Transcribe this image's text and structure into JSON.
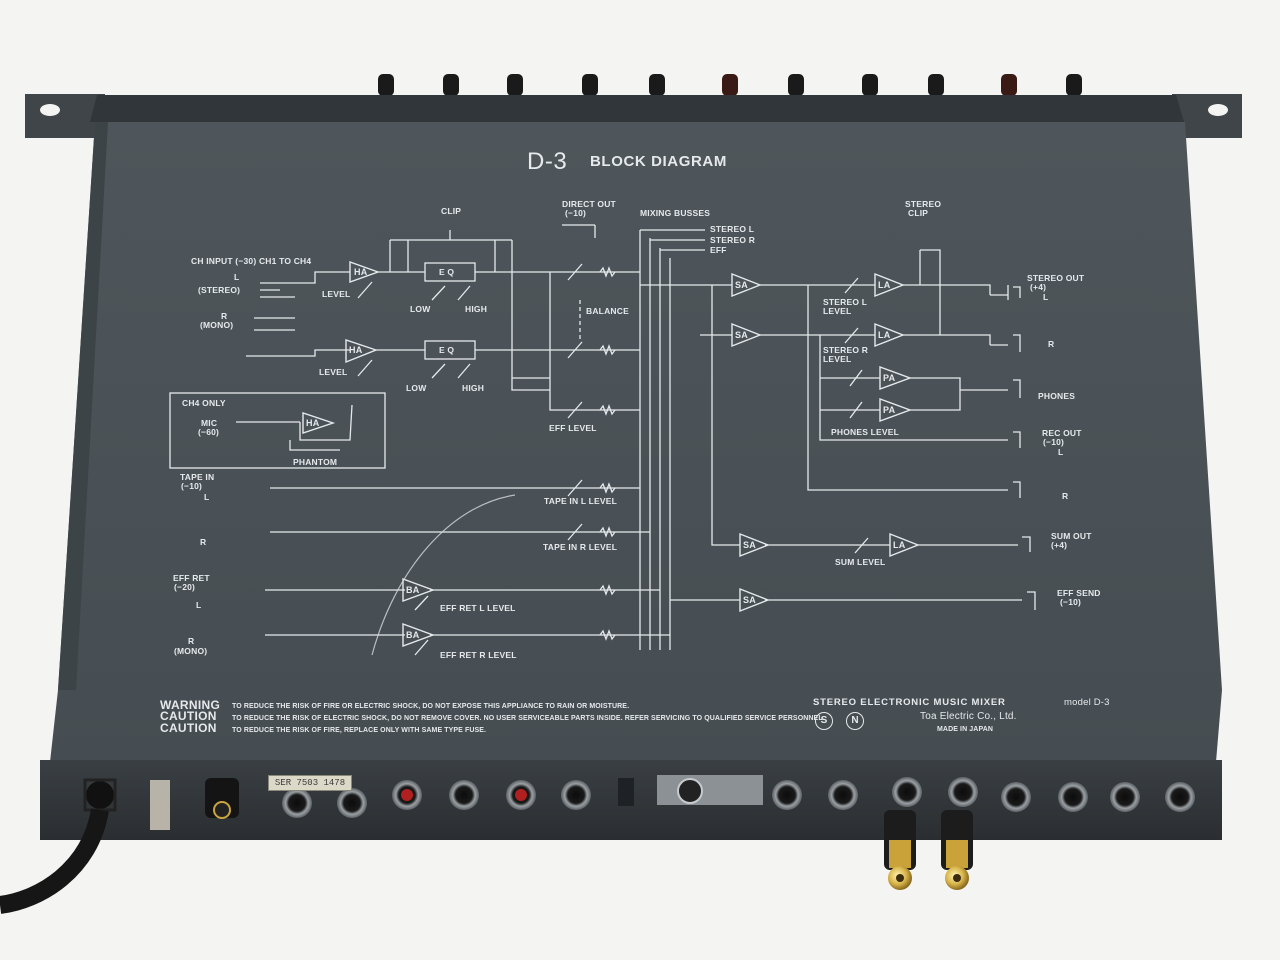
{
  "panel": {
    "title_model": "D-3",
    "title_text": "BLOCK DIAGRAM"
  },
  "labels": {
    "ch_input": "CH INPUT (−30) CH1 TO CH4",
    "l": "L",
    "stereo": "(STEREO)",
    "r_mono_r": "R",
    "r_mono": "(MONO)",
    "clip": "CLIP",
    "direct_out": "DIRECT OUT",
    "direct_out_level": "(−10)",
    "mixing_busses": "MIXING BUSSES",
    "bus_stereo_l": "STEREO L",
    "bus_stereo_r": "STEREO R",
    "bus_eff": "EFF",
    "stereo_clip_1": "STEREO",
    "stereo_clip_2": "CLIP",
    "level_1": "LEVEL",
    "level_2": "LEVEL",
    "low_1": "LOW",
    "high_1": "HIGH",
    "low_2": "LOW",
    "high_2": "HIGH",
    "eq_1": "E Q",
    "eq_2": "E Q",
    "balance": "BALANCE",
    "eff_level": "EFF LEVEL",
    "ch4_only": "CH4 ONLY",
    "mic": "MIC",
    "mic_level": "(−60)",
    "phantom": "PHANTOM",
    "tape_in": "TAPE IN",
    "tape_in_level": "(−10)",
    "tape_in_l": "L",
    "tape_in_r": "R",
    "tape_in_l_level": "TAPE IN L LEVEL",
    "tape_in_r_level": "TAPE IN R LEVEL",
    "eff_ret": "EFF RET",
    "eff_ret_level": "(−20)",
    "eff_ret_l": "L",
    "eff_ret_r": "R",
    "eff_ret_mono": "(MONO)",
    "eff_ret_l_level": "EFF RET L LEVEL",
    "eff_ret_r_level": "EFF RET R LEVEL",
    "stereo_out": "STEREO OUT",
    "stereo_out_level": "(+4)",
    "stereo_out_l": "L",
    "stereo_out_r": "R",
    "stereo_l_level_1": "STEREO L",
    "stereo_l_level_2": "LEVEL",
    "stereo_r_level_1": "STEREO R",
    "stereo_r_level_2": "LEVEL",
    "phones": "PHONES",
    "phones_level": "PHONES LEVEL",
    "rec_out": "REC OUT",
    "rec_out_level": "(−10)",
    "rec_out_l": "L",
    "rec_out_r": "R",
    "sum_out": "SUM OUT",
    "sum_out_level": "(+4)",
    "sum_level": "SUM LEVEL",
    "eff_send": "EFF SEND",
    "eff_send_level": "(−10)",
    "ha": "HA",
    "sa": "SA",
    "la": "LA",
    "pa": "PA",
    "ba": "BA"
  },
  "warnings": {
    "warning_word": "WARNING",
    "warning_text": "TO REDUCE THE RISK OF FIRE OR ELECTRIC SHOCK, DO NOT EXPOSE THIS APPLIANCE TO RAIN OR MOISTURE.",
    "caution1_word": "CAUTION",
    "caution1_text": "TO REDUCE THE RISK OF ELECTRIC SHOCK, DO NOT REMOVE COVER. NO USER SERVICEABLE PARTS INSIDE. REFER SERVICING TO QUALIFIED SERVICE PERSONNEL.",
    "caution2_word": "CAUTION",
    "caution2_text": "TO REDUCE THE RISK OF FIRE, REPLACE ONLY WITH SAME TYPE FUSE."
  },
  "product": {
    "name": "STEREO ELECTRONIC MUSIC MIXER",
    "model": "model D-3",
    "maker": "Toa Electric Co., Ltd.",
    "origin": "MADE IN JAPAN",
    "mark_s": "S",
    "mark_n": "N"
  },
  "sticker": {
    "serial": "SER 7503 1478"
  },
  "colors": {
    "panel": "#4b5358",
    "ink": "#e6e9ec",
    "chassis": "#3c4246",
    "background": "#f4f4f2"
  }
}
